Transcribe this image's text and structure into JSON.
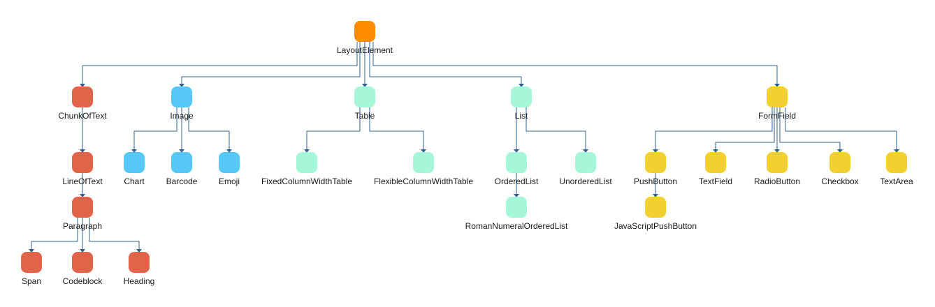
{
  "colors": {
    "root": "#ff8c00",
    "text_group": "#e0644a",
    "image_group": "#55c8f8",
    "structure_group": "#a6f7d8",
    "form_group": "#f2d030",
    "edge": "#2f5f8f",
    "label": "#1a1a1a"
  },
  "nodes": [
    {
      "id": "LayoutElement",
      "label": "LayoutElement",
      "color": "root"
    },
    {
      "id": "ChunkOfText",
      "label": "ChunkOfText",
      "color": "text_group"
    },
    {
      "id": "Image",
      "label": "Image",
      "color": "image_group"
    },
    {
      "id": "Table",
      "label": "Table",
      "color": "structure_group"
    },
    {
      "id": "List",
      "label": "List",
      "color": "structure_group"
    },
    {
      "id": "FormField",
      "label": "FormField",
      "color": "form_group"
    },
    {
      "id": "LineOfText",
      "label": "LineOfText",
      "color": "text_group"
    },
    {
      "id": "Paragraph",
      "label": "Paragraph",
      "color": "text_group"
    },
    {
      "id": "Span",
      "label": "Span",
      "color": "text_group"
    },
    {
      "id": "Codeblock",
      "label": "Codeblock",
      "color": "text_group"
    },
    {
      "id": "Heading",
      "label": "Heading",
      "color": "text_group"
    },
    {
      "id": "Chart",
      "label": "Chart",
      "color": "image_group"
    },
    {
      "id": "Barcode",
      "label": "Barcode",
      "color": "image_group"
    },
    {
      "id": "Emoji",
      "label": "Emoji",
      "color": "image_group"
    },
    {
      "id": "FixedColumnWidthTable",
      "label": "FixedColumnWidthTable",
      "color": "structure_group"
    },
    {
      "id": "FlexibleColumnWidthTable",
      "label": "FlexibleColumnWidthTable",
      "color": "structure_group"
    },
    {
      "id": "OrderedList",
      "label": "OrderedList",
      "color": "structure_group"
    },
    {
      "id": "UnorderedList",
      "label": "UnorderedList",
      "color": "structure_group"
    },
    {
      "id": "RomanNumeralOrderedList",
      "label": "RomanNumeralOrderedList",
      "color": "structure_group"
    },
    {
      "id": "PushButton",
      "label": "PushButton",
      "color": "form_group"
    },
    {
      "id": "TextField",
      "label": "TextField",
      "color": "form_group"
    },
    {
      "id": "RadioButton",
      "label": "RadioButton",
      "color": "form_group"
    },
    {
      "id": "Checkbox",
      "label": "Checkbox",
      "color": "form_group"
    },
    {
      "id": "TextArea",
      "label": "TextArea",
      "color": "form_group"
    },
    {
      "id": "JavaScriptPushButton",
      "label": "JavaScriptPushButton",
      "color": "form_group"
    }
  ],
  "edges": [
    [
      "LayoutElement",
      "ChunkOfText"
    ],
    [
      "LayoutElement",
      "Image"
    ],
    [
      "LayoutElement",
      "Table"
    ],
    [
      "LayoutElement",
      "List"
    ],
    [
      "LayoutElement",
      "FormField"
    ],
    [
      "ChunkOfText",
      "LineOfText"
    ],
    [
      "LineOfText",
      "Paragraph"
    ],
    [
      "Paragraph",
      "Span"
    ],
    [
      "Paragraph",
      "Codeblock"
    ],
    [
      "Paragraph",
      "Heading"
    ],
    [
      "Image",
      "Chart"
    ],
    [
      "Image",
      "Barcode"
    ],
    [
      "Image",
      "Emoji"
    ],
    [
      "Table",
      "FixedColumnWidthTable"
    ],
    [
      "Table",
      "FlexibleColumnWidthTable"
    ],
    [
      "List",
      "OrderedList"
    ],
    [
      "List",
      "UnorderedList"
    ],
    [
      "OrderedList",
      "RomanNumeralOrderedList"
    ],
    [
      "FormField",
      "PushButton"
    ],
    [
      "FormField",
      "TextField"
    ],
    [
      "FormField",
      "RadioButton"
    ],
    [
      "FormField",
      "Checkbox"
    ],
    [
      "FormField",
      "TextArea"
    ],
    [
      "PushButton",
      "JavaScriptPushButton"
    ]
  ]
}
